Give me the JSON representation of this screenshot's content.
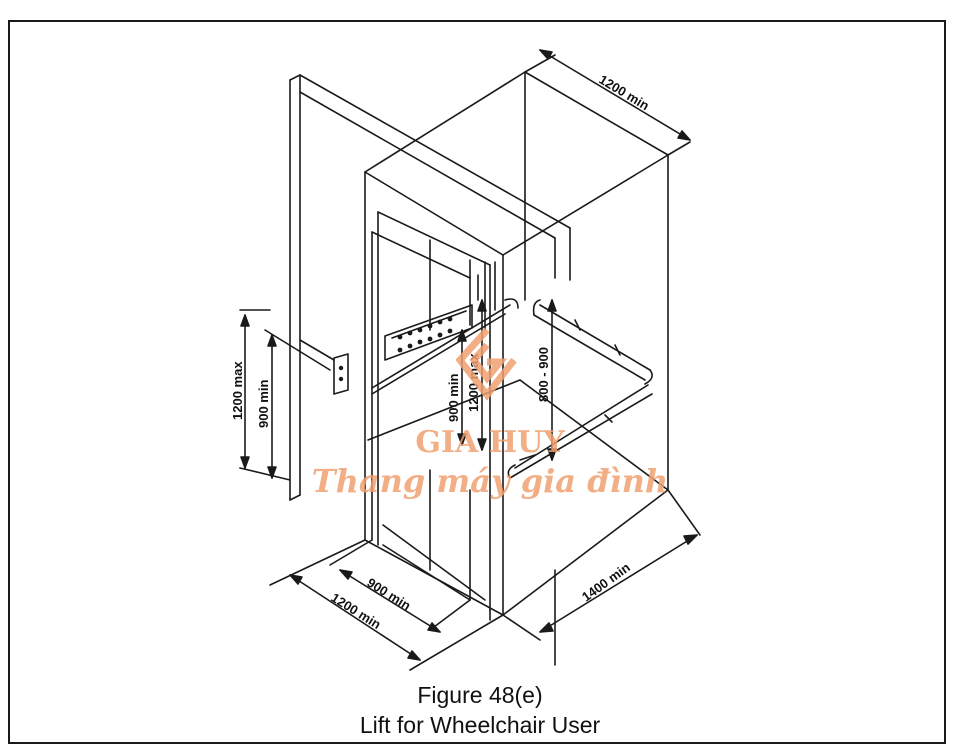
{
  "figure": {
    "number": "Figure 48(e)",
    "title": "Lift for Wheelchair User"
  },
  "dimensions": {
    "car_depth": "1200 min",
    "car_width": "1400 min",
    "door_width": "900 min",
    "landing_depth": "1200 min",
    "call_button_max": "1200 max",
    "call_button_min": "900 min",
    "panel_max": "1200 max",
    "panel_min": "900 min",
    "handrail_height": "800 - 900"
  },
  "watermark": {
    "brand": "GIA HUY",
    "tagline": "Thang máy gia đình",
    "color": "#f0a070"
  },
  "colors": {
    "line": "#1a1a1a",
    "background": "#ffffff"
  }
}
